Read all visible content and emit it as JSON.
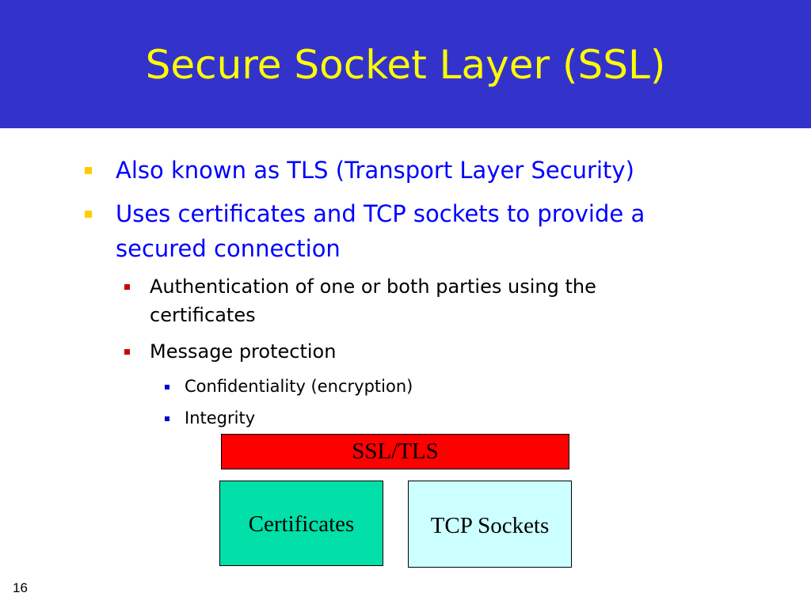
{
  "slide": {
    "title": "Secure Socket Layer (SSL)",
    "bullets": [
      {
        "text": "Also known as TLS (Transport Layer Security)"
      },
      {
        "lines": [
          "Uses certificates and TCP sockets to provide a",
          "secured connection"
        ]
      }
    ],
    "sub_bullets": [
      {
        "lines": [
          "Authentication of one or both parties using the",
          "certificates"
        ]
      },
      {
        "text": "Message protection"
      }
    ],
    "sub_sub_bullets": [
      {
        "text": "Confidentiality (encryption)"
      },
      {
        "text": "Integrity"
      }
    ],
    "diagram": {
      "top_box": "SSL/TLS",
      "left_box": "Certificates",
      "right_box": "TCP Sockets"
    },
    "page_number": "16"
  },
  "colors": {
    "header_bg": "#3333cc",
    "title": "#ffff00",
    "level1_text": "#0000ff",
    "level1_bullet": "#ffcc00",
    "level2_bullet": "#cc0000",
    "level3_bullet": "#0000cc",
    "ssl_box": "#ff0000",
    "certificates_box": "#00e0a8",
    "tcp_box": "#ccffff"
  }
}
